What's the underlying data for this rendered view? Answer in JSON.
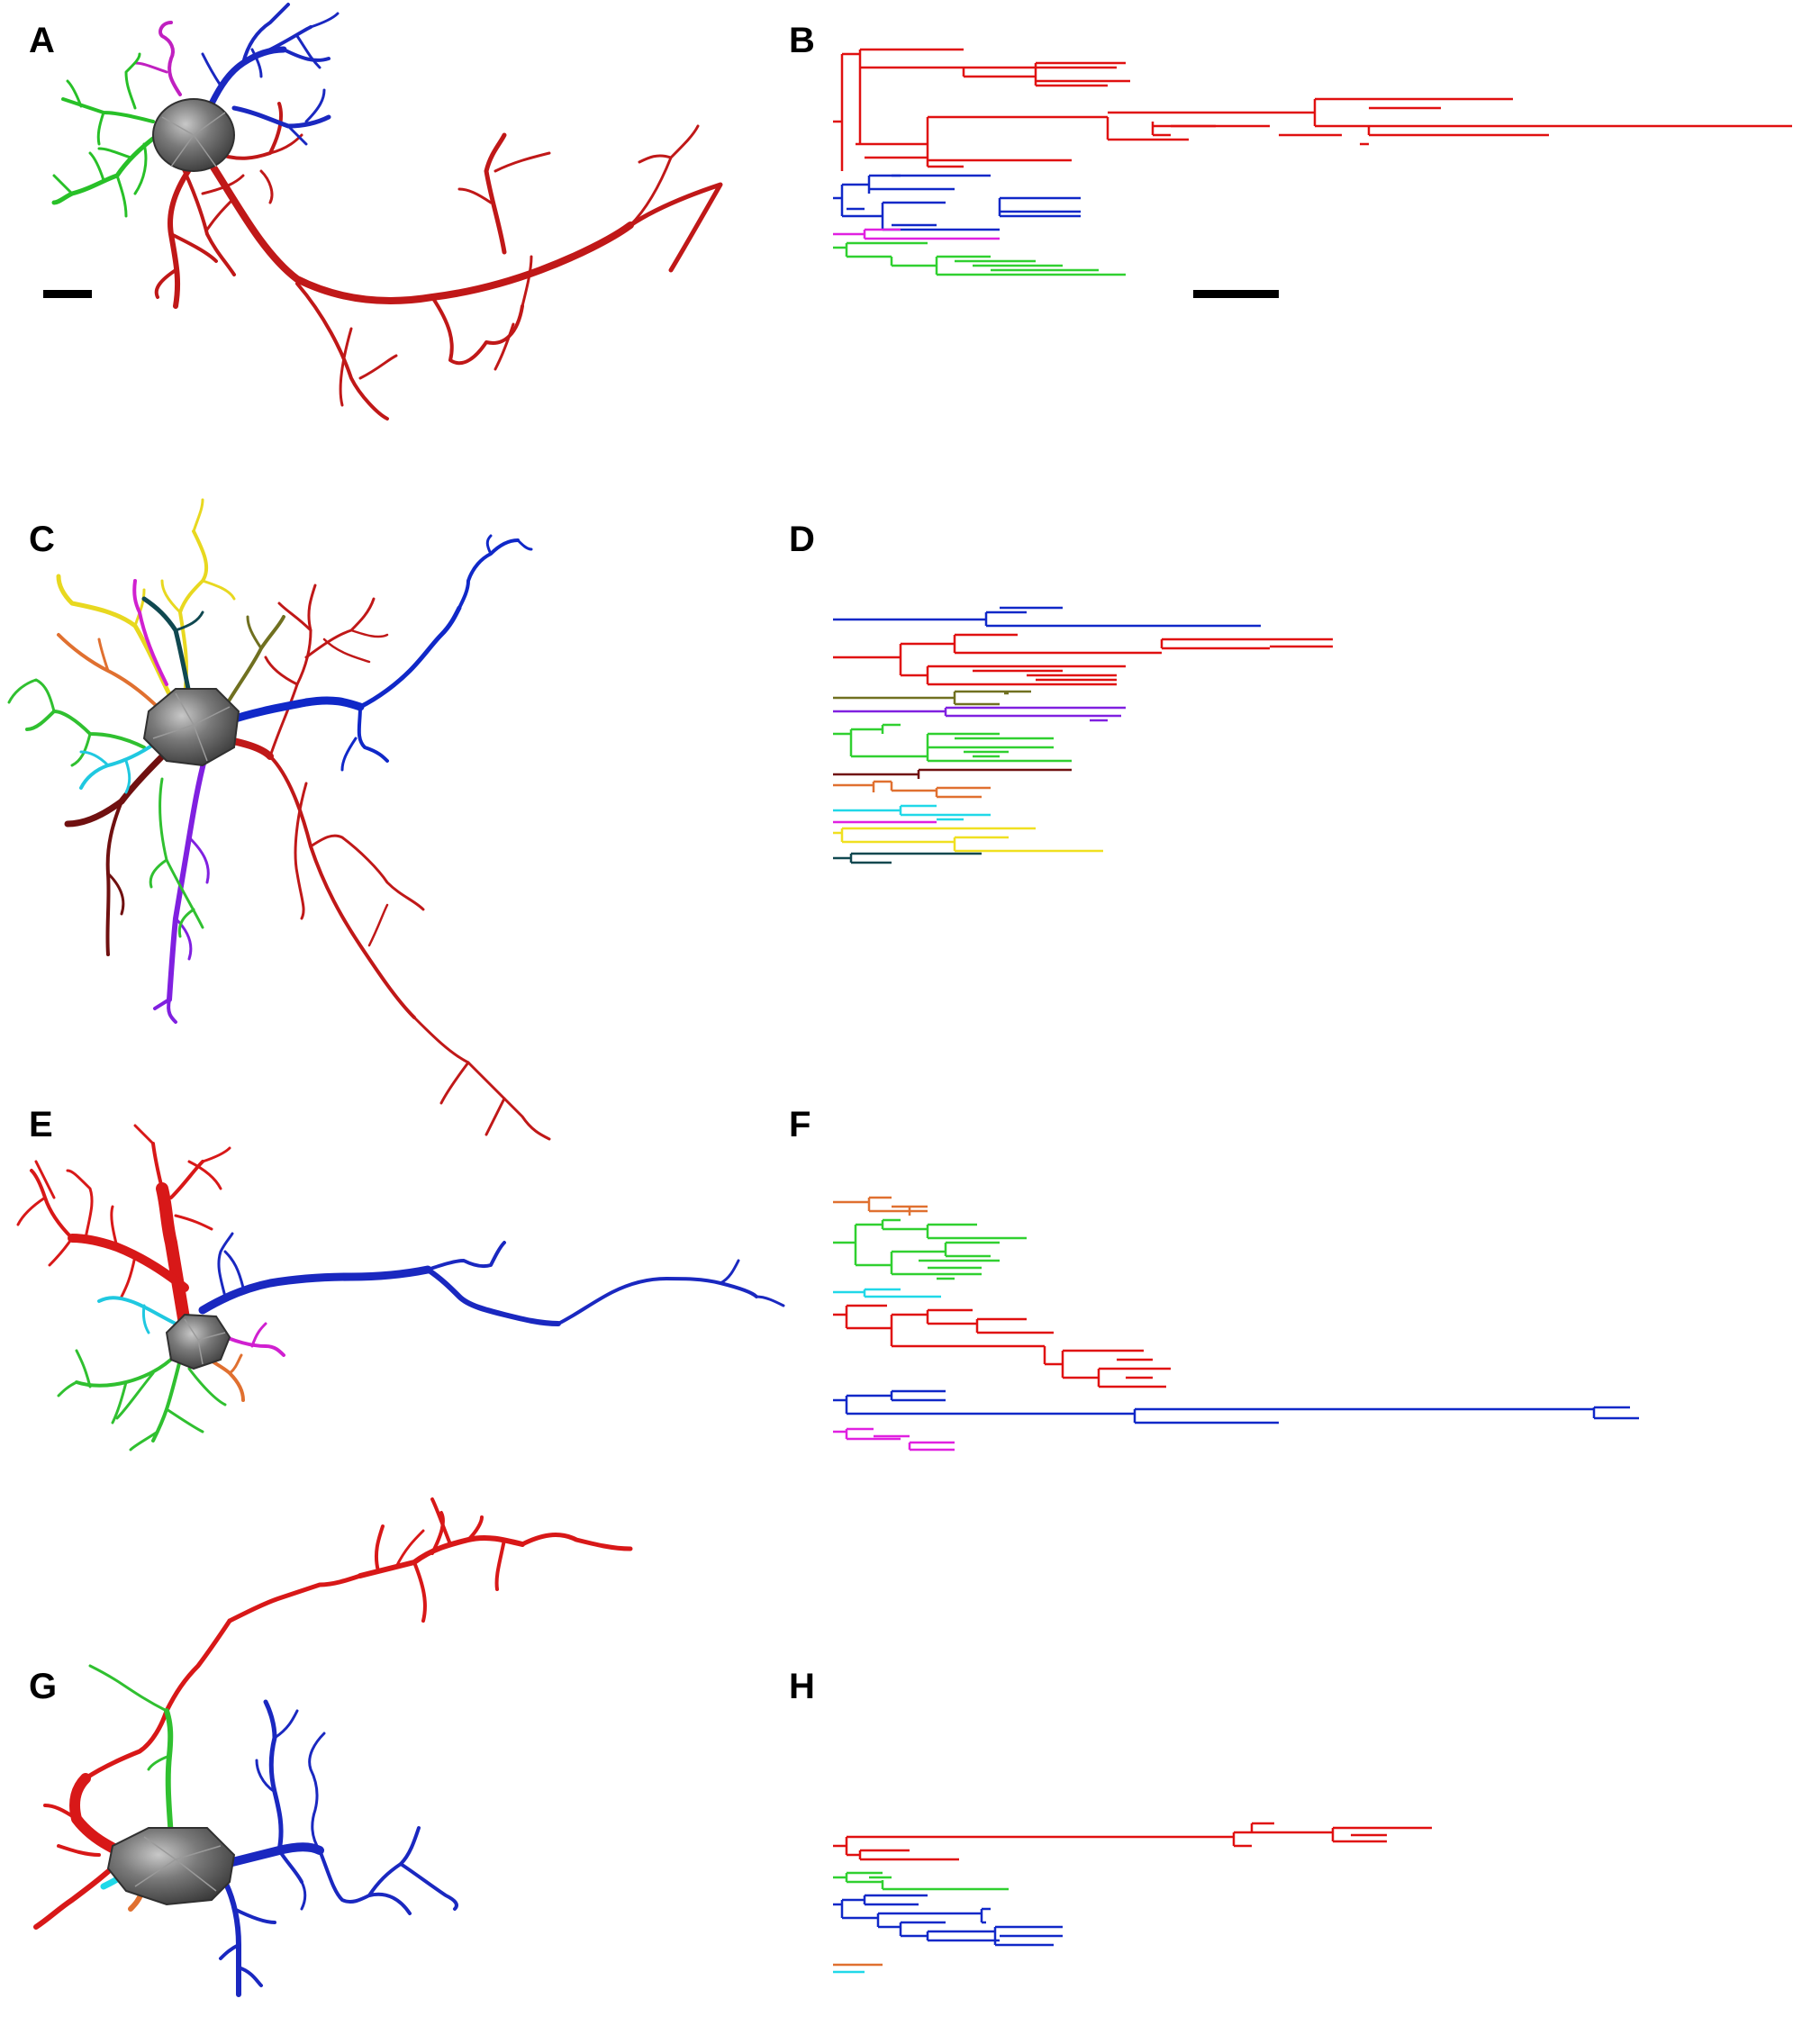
{
  "figure": {
    "panels": [
      {
        "letter": "A",
        "kind": "reconstruction"
      },
      {
        "letter": "B",
        "kind": "dendrogram"
      },
      {
        "letter": "C",
        "kind": "reconstruction"
      },
      {
        "letter": "D",
        "kind": "dendrogram"
      },
      {
        "letter": "E",
        "kind": "reconstruction"
      },
      {
        "letter": "F",
        "kind": "dendrogram"
      },
      {
        "letter": "G",
        "kind": "reconstruction"
      },
      {
        "letter": "H",
        "kind": "dendrogram"
      }
    ],
    "scale_bars": [
      "panel-A",
      "panel-B"
    ],
    "colors": {
      "red": "#e00000",
      "dark_red": "#c01010",
      "blue": "#1028c8",
      "green": "#30d030",
      "magenta": "#d020d0",
      "yellow": "#f0e020",
      "cyan": "#20e0f0",
      "orange": "#f07020",
      "purple": "#8020e0",
      "olive": "#707020",
      "maroon": "#701010",
      "teal": "#104850",
      "soma": "#6a6a6a",
      "soma_light": "#b0b0b0",
      "scale": "#000000"
    }
  }
}
